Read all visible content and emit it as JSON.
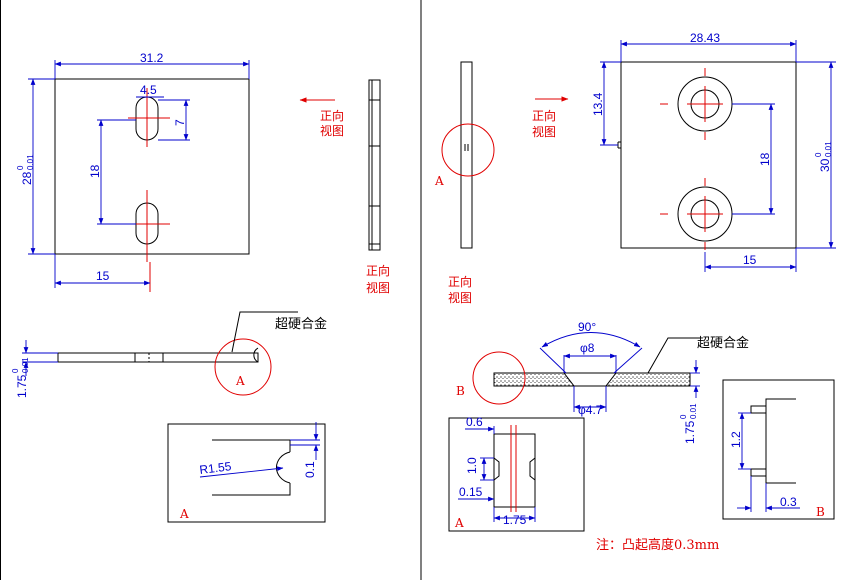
{
  "colors": {
    "dimension": "#0000cc",
    "centerline_callout": "#e00000",
    "outline": "#000000"
  },
  "left_panel": {
    "plate_view": {
      "width_dim": "31.2",
      "height_dim": "28",
      "height_tol_top": "0",
      "height_tol_bottom": "0.01",
      "slot_width_dim": "4.5",
      "slot_length_dim": "7",
      "hole_spacing_dim": "18",
      "offset_dim": "15"
    },
    "front_view_label": "正向\n视图",
    "front_view_line1": "正向",
    "front_view_line2": "视图",
    "front_view_b_line1": "正向",
    "front_view_b_line2": "视图",
    "carbide_label": "超硬合金",
    "thickness_dim": "1.75",
    "thickness_tol_top": "0",
    "thickness_tol_bottom": "0.01",
    "detail_marker": "A",
    "detail": {
      "radius_dim": "R1.55",
      "gap_dim": "0.1",
      "label": "A"
    }
  },
  "right_panel": {
    "plate_view": {
      "width_dim": "28.43",
      "height_dim": "30",
      "height_tol_top": "0",
      "height_tol_bottom": "0.01",
      "top_offset_dim": "13.4",
      "hole_spacing_dim": "18",
      "offset_dim": "15"
    },
    "front_view_line1": "正向",
    "front_view_line2": "视图",
    "side_marker": "A",
    "countersink": {
      "angle_dim": "90°",
      "diameter_dim": "φ8",
      "hole_dim": "φ4.7"
    },
    "carbide_label": "超硬合金",
    "section_marker": "B",
    "thickness_dim": "1.75",
    "thickness_tol_top": "0",
    "thickness_tol_bottom": "0.01",
    "detail_a": {
      "dim_06": "0.6",
      "dim_10": "1.0",
      "dim_015": "0.15",
      "dim_175": "1.75",
      "label": "A"
    },
    "detail_b": {
      "dim_12": "1.2",
      "dim_03": "0.3",
      "label": "B"
    },
    "note": "注：凸起高度0.3mm"
  }
}
